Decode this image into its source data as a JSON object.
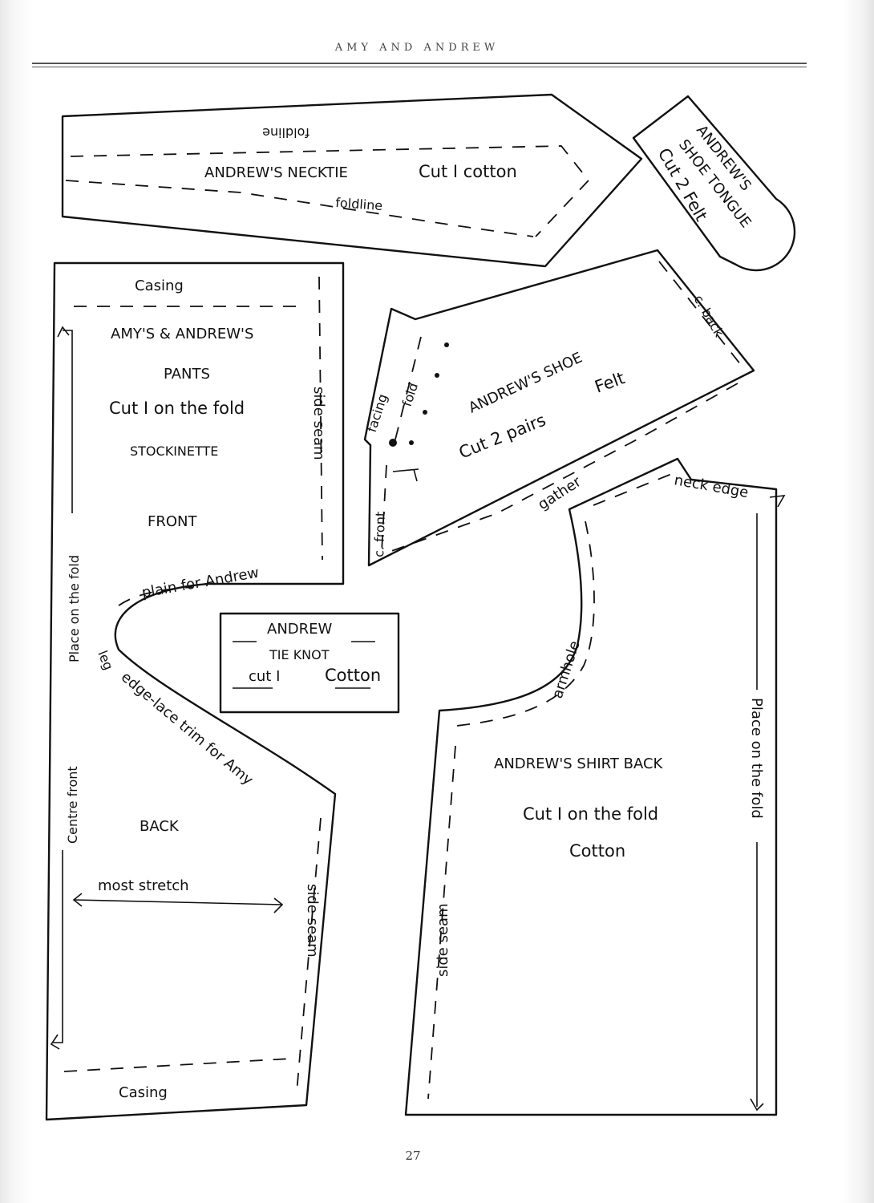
{
  "header": {
    "running_title": "AMY AND ANDREW"
  },
  "page_number": "27",
  "pieces": {
    "necktie": {
      "name": "ANDREW'S NECKTIE",
      "cut": "Cut I cotton",
      "foldline_top": "foldline",
      "foldline_bottom": "foldline"
    },
    "shoe_tongue": {
      "name_line1": "ANDREW'S",
      "name_line2": "SHOE TONGUE",
      "cut": "Cut 2 Felt"
    },
    "pants": {
      "casing_top": "Casing",
      "title_line1": "AMY'S & ANDREW'S",
      "title_line2": "PANTS",
      "cut": "Cut I on the fold",
      "fabric": "STOCKINETTE",
      "front": "FRONT",
      "side_seam_front": "side seam",
      "plain": "plain for Andrew",
      "lace": "edge-lace trim for Amy",
      "leg": "leg",
      "centre_front": "Centre front",
      "place_fold": "Place on the fold",
      "back": "BACK",
      "stretch": "most stretch",
      "side_seam_back": "side seam",
      "casing_bottom": "Casing"
    },
    "shoe": {
      "name": "ANDREW'S SHOE",
      "cut": "Cut 2 pairs",
      "fabric": "Felt",
      "facing": "facing",
      "fold": "fold",
      "c_front": "c. front",
      "c_back": "c. back",
      "gather": "gather"
    },
    "tie_knot": {
      "line1": "ANDREW",
      "line2": "TIE KNOT",
      "cut": "cut I",
      "fabric": "Cotton"
    },
    "shirt_back": {
      "neck_edge": "neck edge",
      "armhole": "armhole",
      "name": "ANDREW'S SHIRT BACK",
      "cut": "Cut I on the fold",
      "fabric": "Cotton",
      "side_seam": "side seam",
      "place_fold": "Place on the fold"
    }
  }
}
